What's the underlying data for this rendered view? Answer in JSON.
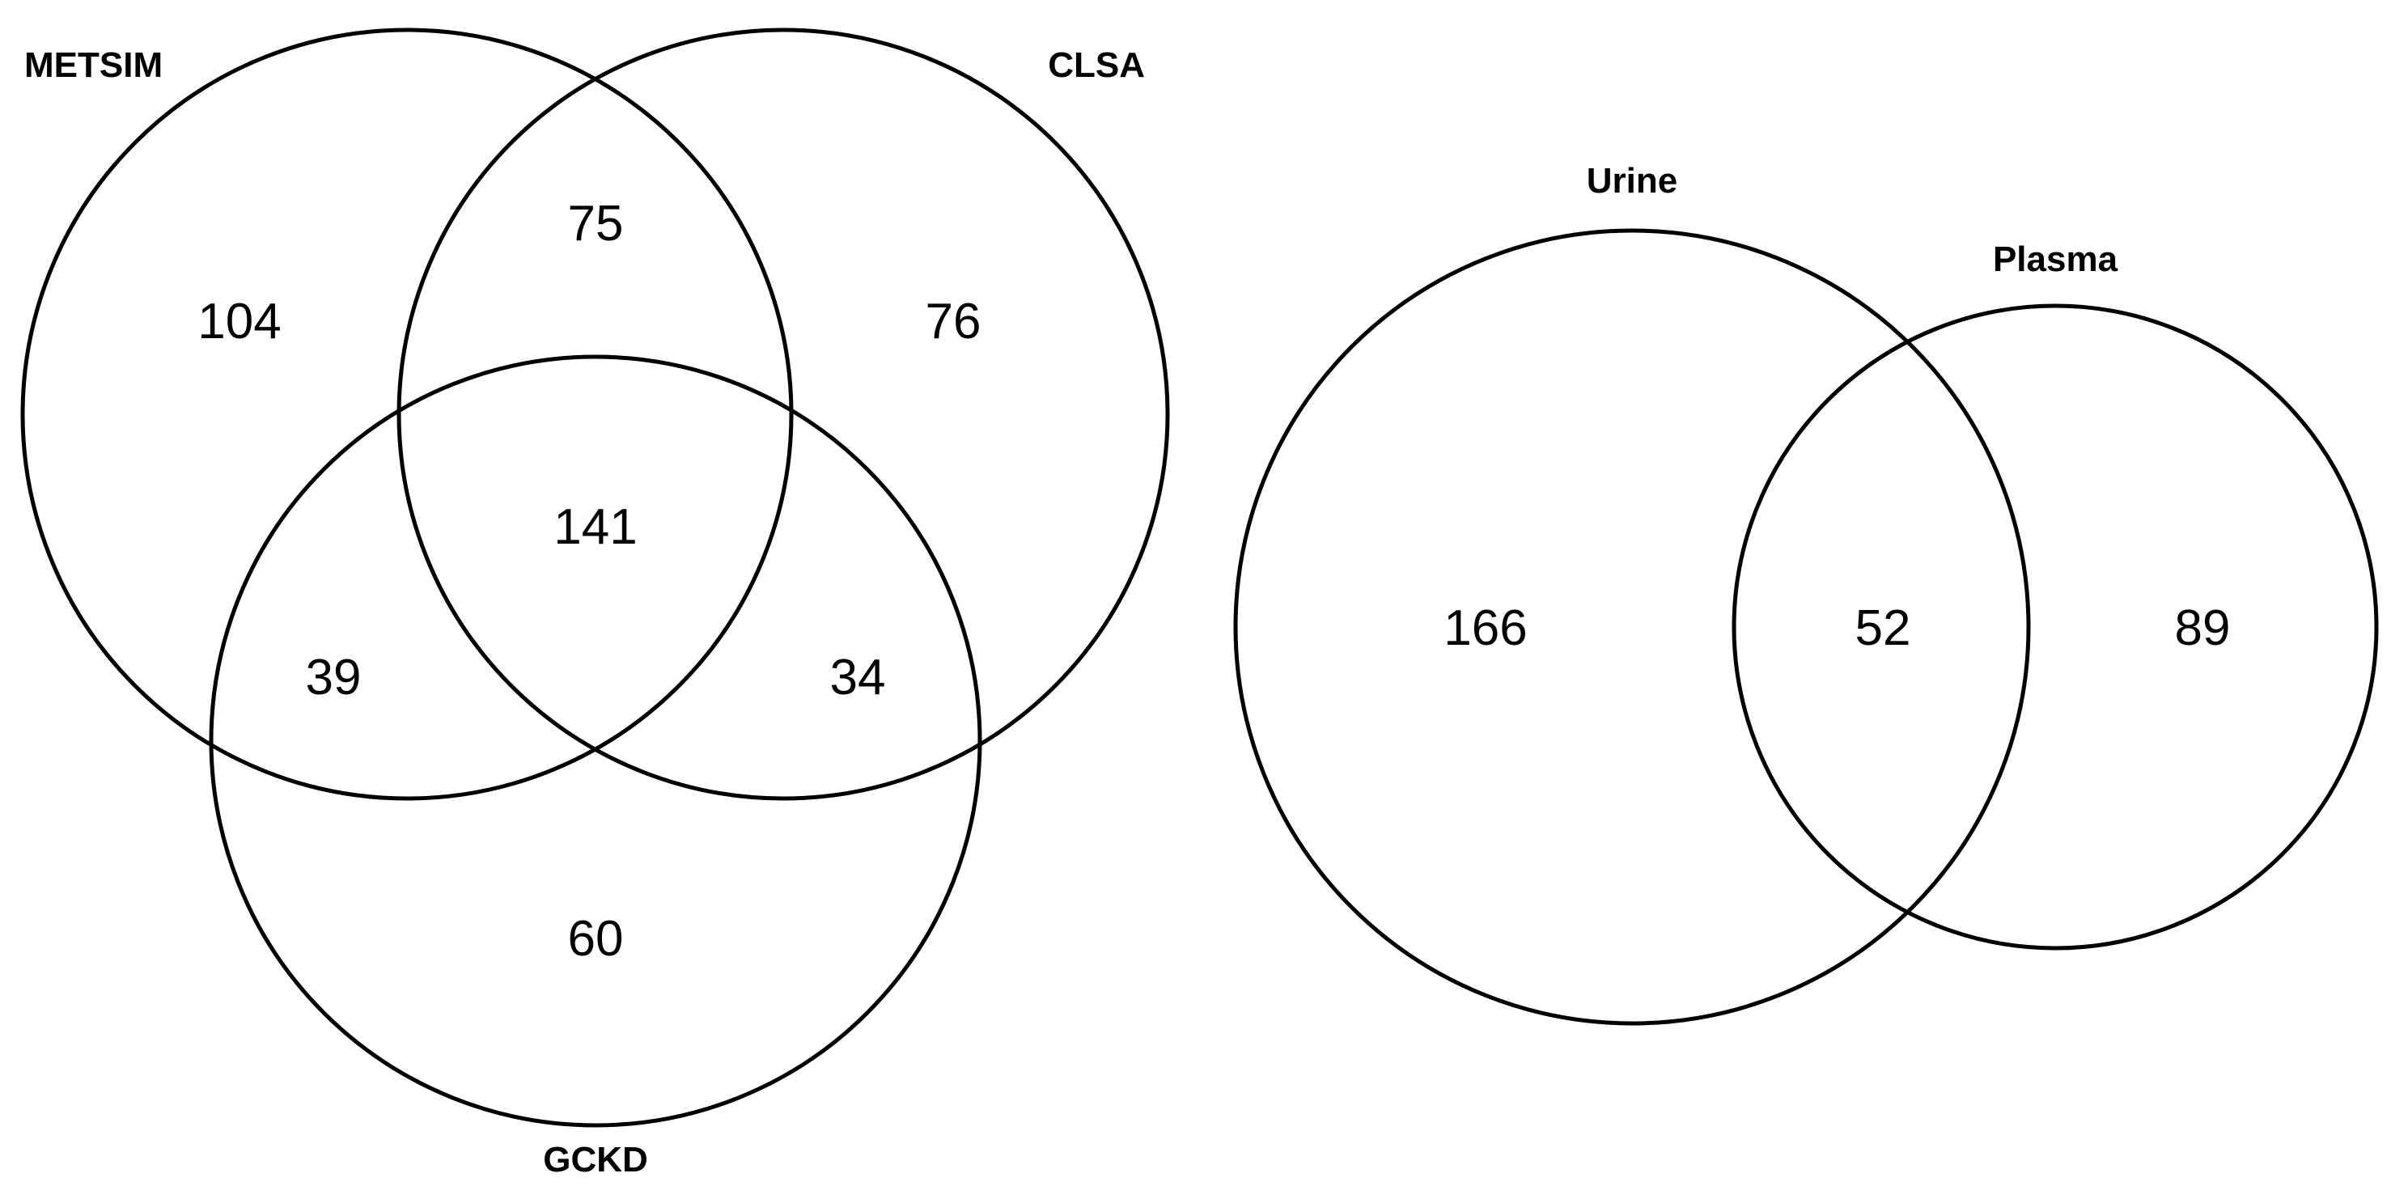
{
  "left_diagram": {
    "sets": {
      "metsim": "METSIM",
      "clsa": "CLSA",
      "gckd": "GCKD"
    },
    "counts": {
      "metsim_only": "104",
      "metsim_clsa": "75",
      "clsa_only": "76",
      "all_three": "141",
      "metsim_gckd": "39",
      "clsa_gckd": "34",
      "gckd_only": "60"
    }
  },
  "right_diagram": {
    "sets": {
      "urine": "Urine",
      "plasma": "Plasma"
    },
    "counts": {
      "urine_only": "166",
      "urine_plasma": "52",
      "plasma_only": "89"
    }
  },
  "colors": {
    "stroke": "#000000",
    "background": "#ffffff"
  }
}
